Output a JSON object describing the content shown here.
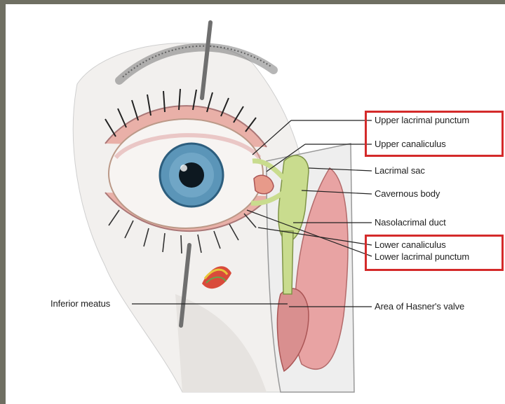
{
  "diagram": {
    "labels": {
      "upper_lacrimal_punctum": "Upper lacrimal punctum",
      "upper_canaliculus": "Upper canaliculus",
      "lacrimal_sac": "Lacrimal sac",
      "cavernous_body": "Cavernous body",
      "nasolacrimal_duct": "Nasolacrimal duct",
      "lower_canaliculus": "Lower canaliculus",
      "lower_lacrimal_punctum": "Lower lacrimal punctum",
      "area_of_hasners_valve": "Area of Hasner's valve",
      "inferior_meatus": "Inferior meatus"
    },
    "colors": {
      "highlight": "#d42a2a",
      "iris": "#5b95b8",
      "lacrimal_system": "#c9dc8e",
      "conjunctiva": "#e9b0a8"
    }
  }
}
